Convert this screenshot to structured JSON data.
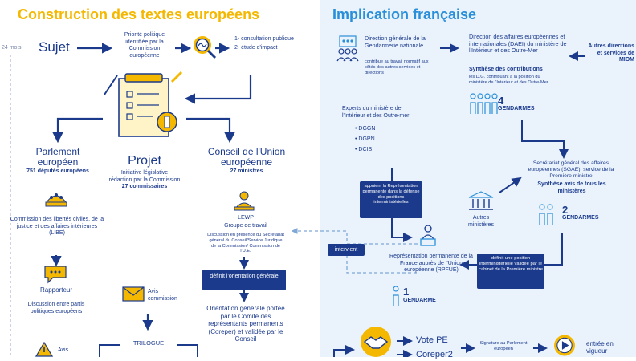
{
  "left": {
    "title": "Construction des textes européens",
    "duration": "24 mois",
    "sujet": "Sujet",
    "priorite": "Priorité politique identifiée par la Commission européenne",
    "consultation": [
      "1- consultation publique",
      "2- étude d'impact"
    ],
    "projet": {
      "title": "Projet",
      "line1": "Initiative législative",
      "line2": "rédaction par la Commission",
      "count": "27 commissaires"
    },
    "parlement": {
      "title": "Parlement européen",
      "count": "751 députés européens"
    },
    "conseil": {
      "title": "Conseil de l'Union européenne",
      "count": "27 ministres"
    },
    "commission": "Commission des libertés civiles, de la justice et des affaires intérieures (LIBE)",
    "rapporteur": {
      "title": "Rapporteur",
      "desc": "Discussion entre partis politiques européens"
    },
    "avis_commission": "Avis commission",
    "avis": "Avis",
    "trilogue": "TRILOGUE",
    "lewp": {
      "title": "LEWP",
      "subtitle": "Groupe de travail",
      "desc": "Discussion en présence du Secrétariat général du Conseil/Service Juridique de la Commission/ Commission de l'U.E."
    },
    "orientation_pill": "définit l'orientation générale",
    "orientation_text": "Orientation générale portée par le Comité des représentants permanents (Coreper) et validée par le Conseil"
  },
  "right": {
    "title": "Implication française",
    "dggn": {
      "title": "Direction générale de la Gendarmerie nationale",
      "desc": "contribue au travail normatif aux côtés des autres services et directions"
    },
    "daei": {
      "title": "Direction des affaires européennes et internationales (DAEI) du ministère de l'Intérieur et des Outre-Mer",
      "synth": "Synthèse des contributions",
      "desc": "les D.G. contribuant à la position du ministère de l'Intérieur et des Outre-Mer"
    },
    "autres_directions": "Autres directions et services de MIOM",
    "experts": {
      "title": "Experts du ministère de l'Intérieur et des Outre-mer",
      "items": [
        "DGGN",
        "DGPN",
        "DCIS"
      ]
    },
    "four": {
      "num": "4",
      "label": "GENDARMES"
    },
    "sgae": {
      "title": "Secrétariat général des affaires européennes (SGAE), service de la Première ministre",
      "synth": "Synthèse avis de tous les ministères"
    },
    "appuient": "appuient la Représentation permanente dans la défense des positions interministérielles",
    "autres_ministeres": "Autres ministères",
    "two": {
      "num": "2",
      "label": "GENDARMES"
    },
    "intervient": "intervient",
    "rpfue": "Représentation permanente de la France auprès de l'Union européenne (RPFUE)",
    "definit_position": "définit une position interministérielle validée par le cabinet de la Première ministre",
    "one": {
      "num": "1",
      "label": "GENDARME"
    },
    "vote_pe": "Vote PE",
    "coreper": "Coreper2",
    "signature": "Signature au Parlement européen",
    "entree": "entrée en vigueur"
  },
  "colors": {
    "navy": "#1b3a8c",
    "yellow": "#f5b800",
    "blue": "#2a8fd9",
    "panel": "#eaf3fc"
  }
}
